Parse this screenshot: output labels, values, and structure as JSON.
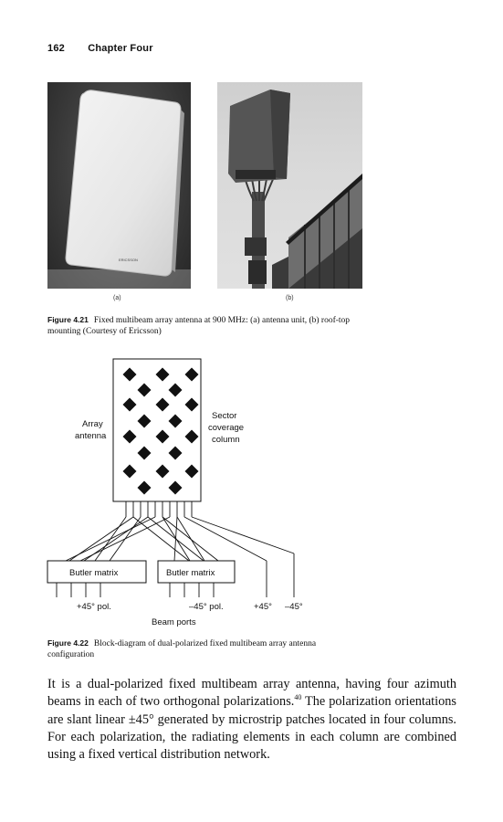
{
  "header": {
    "page_number": "162",
    "chapter": "Chapter Four"
  },
  "figure_4_21": {
    "label_a": "(a)",
    "label_b": "(b)",
    "caption_num": "Figure 4.21",
    "caption_text": "Fixed multibeam array antenna at 900 MHz: (a) antenna unit, (b) roof-top mounting (Courtesy of Ericsson)",
    "logo_text": "ERICSSON"
  },
  "figure_4_22": {
    "array_label_1": "Array",
    "array_label_2": "antenna",
    "sector_label_1": "Sector",
    "sector_label_2": "coverage",
    "sector_label_3": "column",
    "butler_left": "Butler matrix",
    "butler_right": "Butler matrix",
    "pol_plus45": "+45° pol.",
    "pol_minus45": "–45° pol.",
    "port_plus45": "+45°",
    "port_minus45": "–45°",
    "beam_ports": "Beam ports",
    "caption_num": "Figure 4.22",
    "caption_text": "Block-diagram of dual-polarized fixed multibeam array antenna configuration"
  },
  "body": {
    "text_1": "It is a dual-polarized fixed multibeam array antenna, having four azimuth beams in each of two orthogonal polarizations.",
    "ref": "40",
    "text_2": " The polarization orientations are slant linear ±45° generated by microstrip patches located in four columns. For each polarization, the radiating elements in each column are combined using a fixed vertical distribution network."
  }
}
